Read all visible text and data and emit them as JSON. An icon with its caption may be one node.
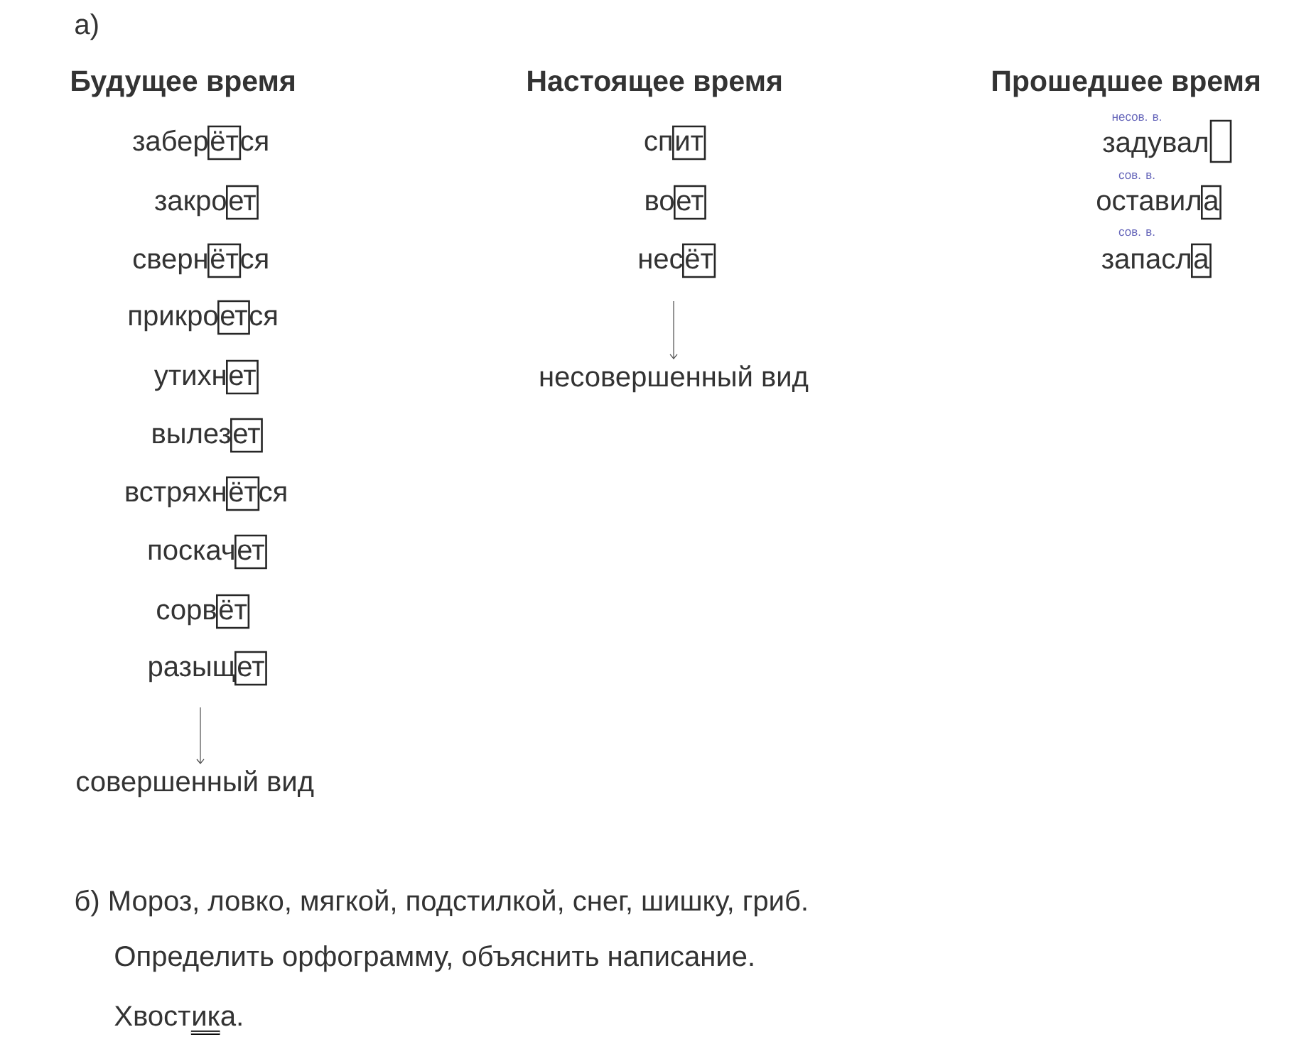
{
  "diagram": {
    "nodes": [
      {
        "text": [
          "совершенный вид"
        ]
      },
      {
        "text": [
          "несовершенный вид"
        ]
      }
    ],
    "edges": [
      {
        "from": null,
        "to": 0,
        "arrow": "to"
      },
      {
        "from": null,
        "to": 1,
        "arrow": "to"
      }
    ],
    "labels": [
      "а)",
      "Будущее время",
      "Настоящее время",
      "Прошедшее время",
      "забер",
      "ёт",
      "ся",
      "закро",
      "ет",
      "сверн",
      "ёт",
      "ся",
      "прикро",
      "ет",
      "ся",
      "утихн",
      "ет",
      "вылез",
      "ет",
      "встряхн",
      "ёт",
      "ся",
      "поскач",
      "ет",
      "сорв",
      "ёт",
      "разыщ",
      "ет",
      "сп",
      "ит",
      "во",
      "ет",
      "нес",
      "ёт",
      "несов. в.",
      "задувал",
      "сов. в.",
      "оставил",
      "а",
      "сов. в.",
      "запасл",
      "а",
      "б) Мороз, ловко, мягкой, подстилкой, снег, шишку, гриб.",
      "Определить орфограмму, объяснить написание.",
      "Хвост",
      "ик",
      "а."
    ]
  }
}
